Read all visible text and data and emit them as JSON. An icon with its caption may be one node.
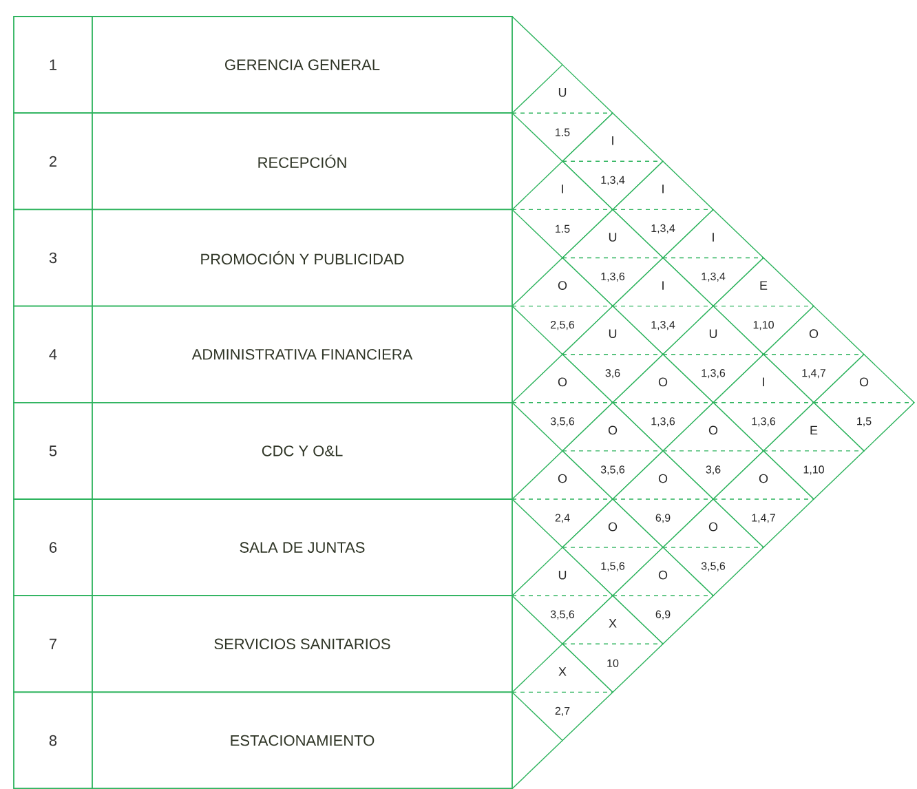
{
  "diagram": {
    "nodes": [
      {
        "text": [
          "1",
          "GERENCIA GENERAL"
        ]
      },
      {
        "text": [
          "2",
          "RECEPCIÓN"
        ]
      },
      {
        "text": [
          "3",
          "PROMOCIÓN Y PUBLICIDAD"
        ]
      },
      {
        "text": [
          "4",
          "ADMINISTRATIVA FINANCIERA"
        ]
      },
      {
        "text": [
          "5",
          "CDC Y O&L"
        ]
      },
      {
        "text": [
          "6",
          "SALA DE JUNTAS"
        ]
      },
      {
        "text": [
          "7",
          "SERVICIOS SANITARIOS"
        ]
      },
      {
        "text": [
          "8",
          "ESTACIONAMIENTO"
        ]
      },
      {
        "text": [
          "U",
          "1.5"
        ]
      },
      {
        "text": [
          "I",
          "1,3,4"
        ]
      },
      {
        "text": [
          "I",
          "1,3,4"
        ]
      },
      {
        "text": [
          "I",
          "1,3,4"
        ]
      },
      {
        "text": [
          "E",
          "1,10"
        ]
      },
      {
        "text": [
          "O",
          "1,4,7"
        ]
      },
      {
        "text": [
          "O",
          "1,5"
        ]
      },
      {
        "text": [
          "I",
          "1.5"
        ]
      },
      {
        "text": [
          "U",
          "1,3,6"
        ]
      },
      {
        "text": [
          "I",
          "1,3,4"
        ]
      },
      {
        "text": [
          "U",
          "1,3,6"
        ]
      },
      {
        "text": [
          "I",
          "1,3,6"
        ]
      },
      {
        "text": [
          "E",
          "1,10"
        ]
      },
      {
        "text": [
          "O",
          "2,5,6"
        ]
      },
      {
        "text": [
          "U",
          "3,6"
        ]
      },
      {
        "text": [
          "O",
          "1,3,6"
        ]
      },
      {
        "text": [
          "O",
          "3,6"
        ]
      },
      {
        "text": [
          "O",
          "1,4,7"
        ]
      },
      {
        "text": [
          "O",
          "3,5,6"
        ]
      },
      {
        "text": [
          "O",
          "3,5,6"
        ]
      },
      {
        "text": [
          "O",
          "6,9"
        ]
      },
      {
        "text": [
          "O",
          "3,5,6"
        ]
      },
      {
        "text": [
          "O",
          "2,4"
        ]
      },
      {
        "text": [
          "O",
          "1,5,6"
        ]
      },
      {
        "text": [
          "O",
          "6,9"
        ]
      },
      {
        "text": [
          "U",
          "3,5,6"
        ]
      },
      {
        "text": [
          "X",
          "10"
        ]
      },
      {
        "text": [
          "X",
          "2,7"
        ]
      }
    ]
  }
}
